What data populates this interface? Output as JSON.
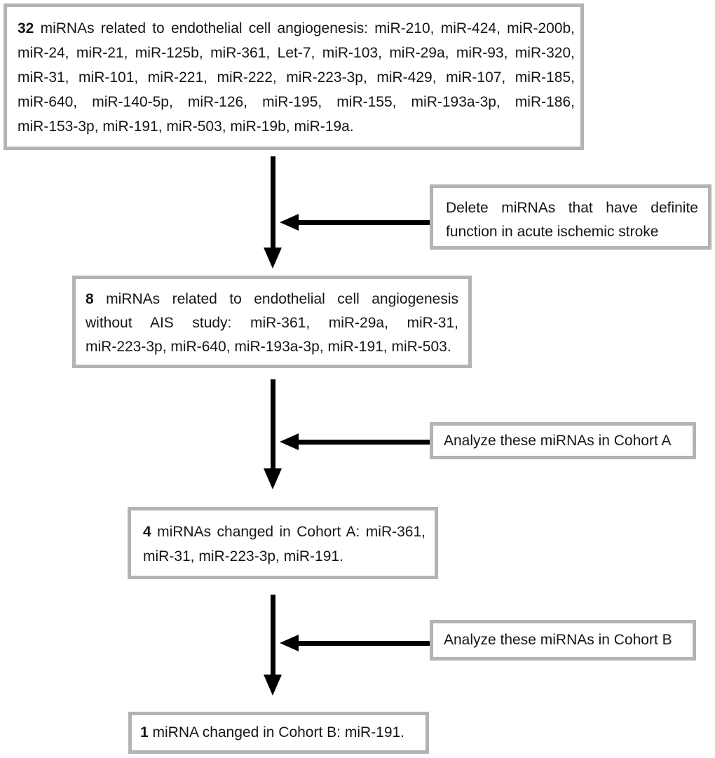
{
  "colors": {
    "background": "#ffffff",
    "box_border": "#b3b3b3",
    "arrow": "#000000",
    "text": "#161616"
  },
  "flowchart": {
    "step1": {
      "count": "32",
      "lines": [
        " miRNAs related to endothelial cell angiogenesis: miR-210, miR-424, miR-200b,",
        "miR-24, miR-21, miR-125b, miR-361, Let-7, miR-103, miR-29a, miR-93, miR-320,",
        "miR-31, miR-101, miR-221, miR-222, miR-223-3p, miR-429, miR-107, miR-185,",
        "miR-640, miR-140-5p, miR-126, miR-195, miR-155, miR-193a-3p, miR-186,",
        "miR-153-3p, miR-191, miR-503, miR-19b, miR-19a."
      ]
    },
    "filter1": {
      "lines": [
        "Delete miRNAs that have definite",
        "function in acute ischemic stroke"
      ]
    },
    "step2": {
      "count": "8",
      "lines": [
        " miRNAs related to endothelial cell angiogenesis",
        "without AIS study: miR-361, miR-29a, miR-31,",
        "miR-223-3p, miR-640, miR-193a-3p, miR-191, miR-503."
      ]
    },
    "filter2": {
      "label": "Analyze these miRNAs in Cohort A"
    },
    "step3": {
      "count": "4",
      "lines": [
        " miRNAs changed in Cohort A: miR-361,",
        "miR-31, miR-223-3p, miR-191."
      ]
    },
    "filter3": {
      "label": "Analyze these miRNAs in Cohort B"
    },
    "step4": {
      "count": "1",
      "line": " miRNA changed in Cohort B: miR-191."
    }
  }
}
